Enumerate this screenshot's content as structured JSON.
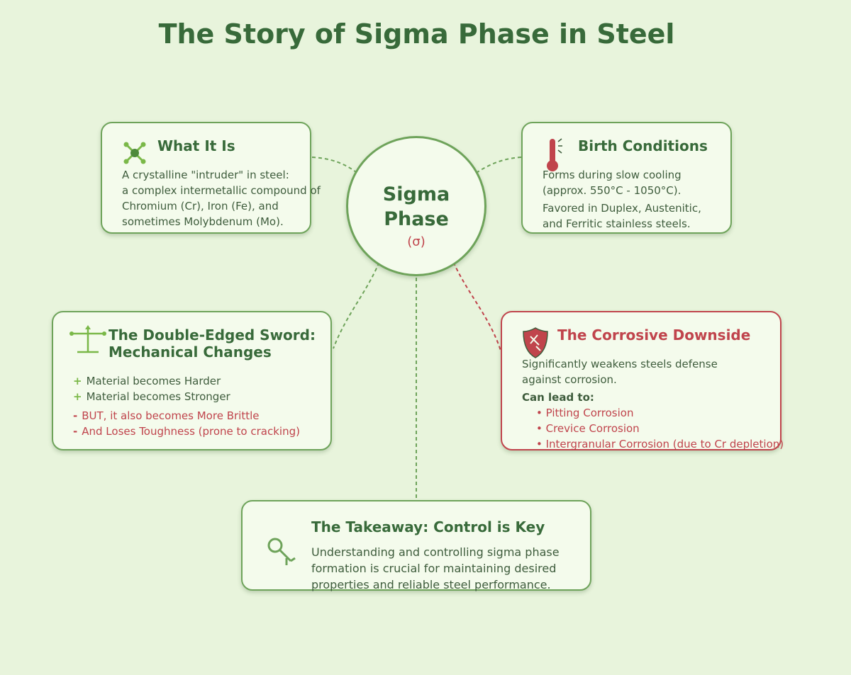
{
  "title": "The Story of Sigma Phase in Steel",
  "center": {
    "line1": "Sigma",
    "line2": "Phase",
    "symbol": "(σ)"
  },
  "what_it_is": {
    "heading": "What It Is",
    "icon": "molecule-icon",
    "lines": [
      "A crystalline \"intruder\" in steel:",
      "a complex intermetallic compound of",
      "Chromium (Cr), Iron (Fe), and",
      "sometimes Molybdenum (Mo)."
    ]
  },
  "birth_conditions": {
    "heading": "Birth Conditions",
    "icon": "thermometer-icon",
    "lines": [
      "Forms during slow cooling",
      "(approx. 550°C - 1050°C).",
      "Favored in Duplex, Austenitic,",
      "and Ferritic stainless steels."
    ]
  },
  "mechanical": {
    "heading_line1": "The Double-Edged Sword:",
    "heading_line2": "Mechanical Changes",
    "icon": "balance-scale-icon",
    "positive_mark": "+",
    "negative_mark": "-",
    "positives": [
      "Material becomes Harder",
      "Material becomes Stronger"
    ],
    "negatives": [
      "BUT, it also becomes More Brittle",
      "And Loses Toughness (prone to cracking)"
    ]
  },
  "corrosion": {
    "heading": "The Corrosive Downside",
    "icon": "broken-shield-icon",
    "lines": [
      "Significantly weakens steels defense",
      "against corrosion."
    ],
    "lead": "Can lead to:",
    "bullets": [
      "• Pitting Corrosion",
      "• Crevice Corrosion",
      "• Intergranular Corrosion (due to Cr depletion)"
    ]
  },
  "takeaway": {
    "heading": "The Takeaway: Control is Key",
    "icon": "key-icon",
    "lines": [
      "Understanding and controlling sigma phase",
      "formation is crucial for maintaining desired",
      "properties and reliable steel performance."
    ]
  },
  "colors": {
    "background": "#e8f4dc",
    "green_dark": "#386a3a",
    "green_border": "#6ea35a",
    "green_light": "#7ab848",
    "red": "#c0444c"
  }
}
